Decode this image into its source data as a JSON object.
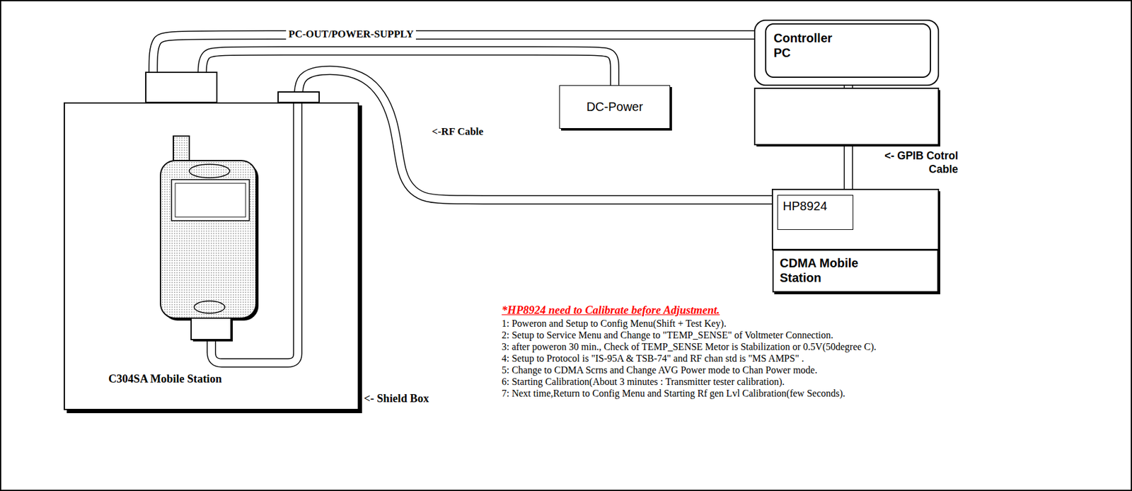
{
  "diagram": {
    "nodes": [
      {
        "text": [
          "<- Shield Box"
        ]
      },
      {
        "text": [
          "C304SA Mobile Station"
        ],
        "in": 0
      },
      {
        "text": [
          "Controller PC"
        ]
      },
      {
        "text": [
          "DC-Power"
        ]
      },
      {
        "text": [
          "HP8924"
        ]
      },
      {
        "text": [
          "CDMA Mobile Station"
        ]
      }
    ],
    "edges": [
      {
        "from": 0,
        "to": 2,
        "label": "PC-OUT/POWER-SUPPLY",
        "arrow": "none"
      },
      {
        "from": 0,
        "to": 3,
        "arrow": "none"
      },
      {
        "from": 0,
        "to": 4,
        "arrow": "none"
      },
      {
        "from": 2,
        "to": 4,
        "arrow": "none"
      }
    ],
    "labels": [
      "<-RF Cable",
      "<- GPIB Cotrol Cable",
      "*HP8924 need to Calibrate before Adjustment.",
      "1: Poweron and Setup to Config Menu(Shift + Test Key).",
      "2: Setup to Service Menu and Change to \"TEMP_SENSE\" of Voltmeter Connection.",
      "3: after poweron 30 min., Check of TEMP_SENSE Metor is Stabilization or 0.5V(50degree C).",
      "4: Setup to Protocol is \"IS-95A & TSB-74\" and RF chan std is \"MS AMPS\" .",
      "5: Change to CDMA Scrns and Change AVG Power mode to Chan Power mode.",
      "6: Starting Calibration(About 3 minutes : Transmitter tester calibration).",
      "7: Next time,Return to Config Menu and Starting Rf gen Lvl Calibration(few Seconds)."
    ]
  }
}
